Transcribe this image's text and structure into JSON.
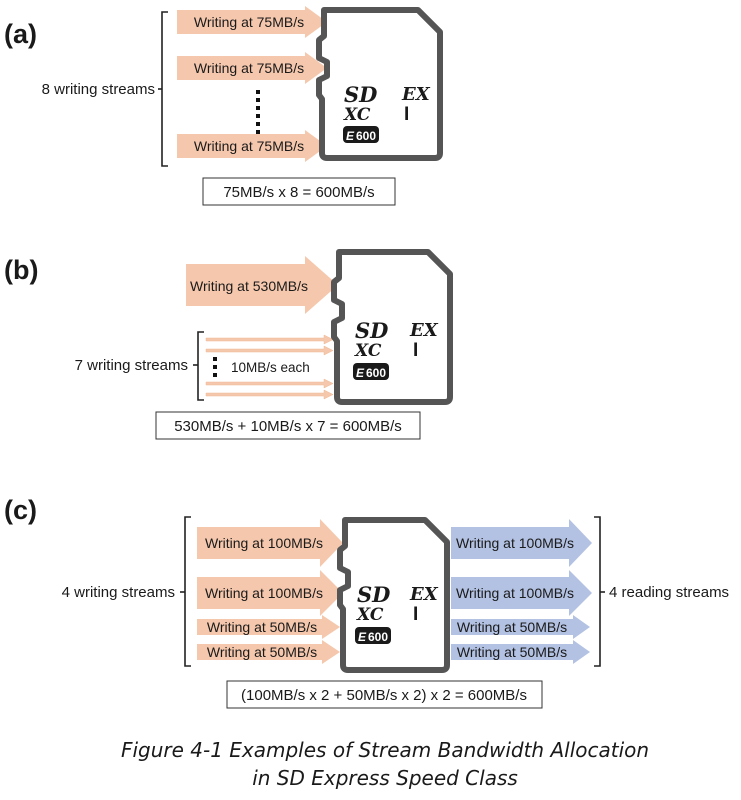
{
  "colors": {
    "write_arrow": "#f5c8ad",
    "read_arrow": "#b3c2e3",
    "card_stroke": "#555555",
    "text": "#1a1a1a"
  },
  "card": {
    "logo_top": "SD",
    "logo_bottom": "XC",
    "mark": "EX",
    "bus": "I",
    "class_letter": "E",
    "class_value": "600"
  },
  "panels": [
    {
      "label": "(a)",
      "streams_label": "8 writing streams",
      "write_arrows": [
        "Writing at 75MB/s",
        "Writing at 75MB/s",
        "Writing at 75MB/s"
      ],
      "sum": "75MB/s x 8 = 600MB/s"
    },
    {
      "label": "(b)",
      "main_arrow": "Writing at 530MB/s",
      "streams_label": "7 writing streams",
      "thin_note": "10MB/s each",
      "sum": "530MB/s + 10MB/s x 7 = 600MB/s"
    },
    {
      "label": "(c)",
      "streams_label": "4 writing streams",
      "read_label": "4 reading streams",
      "write_arrows": [
        "Writing at 100MB/s",
        "Writing at 100MB/s",
        "Writing at 50MB/s",
        "Writing at 50MB/s"
      ],
      "read_arrows": [
        "Writing at 100MB/s",
        "Writing at 100MB/s",
        "Writing at 50MB/s",
        "Writing at 50MB/s"
      ],
      "sum": "(100MB/s x 2 + 50MB/s x 2) x 2 = 600MB/s"
    }
  ],
  "caption": {
    "line1": "Figure 4-1  Examples of Stream Bandwidth Allocation",
    "line2": "in SD Express Speed Class"
  }
}
